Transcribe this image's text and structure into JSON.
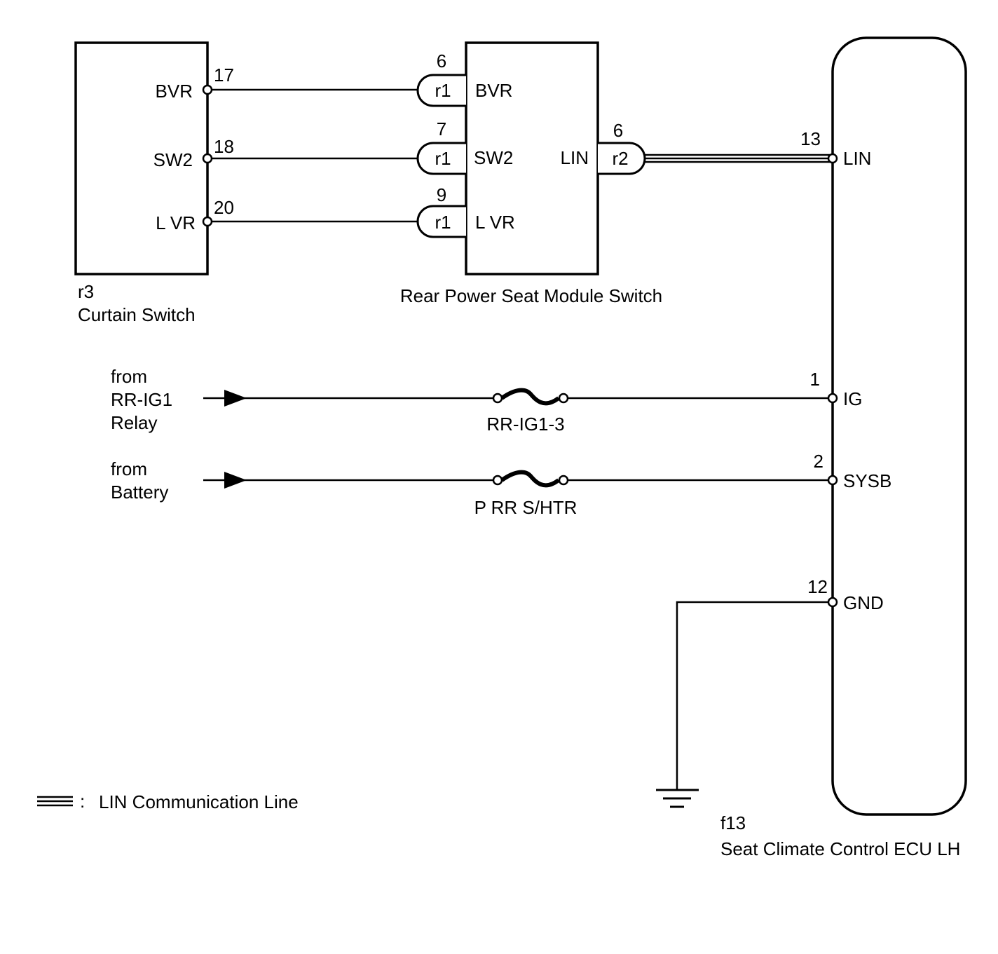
{
  "components": {
    "curtain_switch": {
      "code": "r3",
      "name": "Curtain Switch",
      "pins": [
        {
          "label": "BVR",
          "number": "17"
        },
        {
          "label": "SW2",
          "number": "18"
        },
        {
          "label": "L VR",
          "number": "20"
        }
      ]
    },
    "rear_power_seat_module": {
      "name": "Rear Power Seat Module Switch",
      "left_pins": [
        {
          "label": "BVR",
          "number": "6",
          "connector": "r1"
        },
        {
          "label": "SW2",
          "number": "7",
          "connector": "r1"
        },
        {
          "label": "L VR",
          "number": "9",
          "connector": "r1"
        }
      ],
      "right_pin": {
        "label": "LIN",
        "number": "6",
        "connector": "r2"
      }
    },
    "seat_climate_ecu": {
      "code": "f13",
      "name": "Seat Climate Control ECU LH",
      "pins": [
        {
          "label": "LIN",
          "number": "13"
        },
        {
          "label": "IG",
          "number": "1"
        },
        {
          "label": "SYSB",
          "number": "2"
        },
        {
          "label": "GND",
          "number": "12"
        }
      ]
    }
  },
  "sources": [
    {
      "lines": [
        "from",
        "RR-IG1",
        "Relay"
      ],
      "fuse": "RR-IG1-3"
    },
    {
      "lines": [
        "from",
        "Battery"
      ],
      "fuse": "P RR S/HTR"
    }
  ],
  "legend": {
    "text": "LIN Communication Line",
    "separator": ":"
  }
}
